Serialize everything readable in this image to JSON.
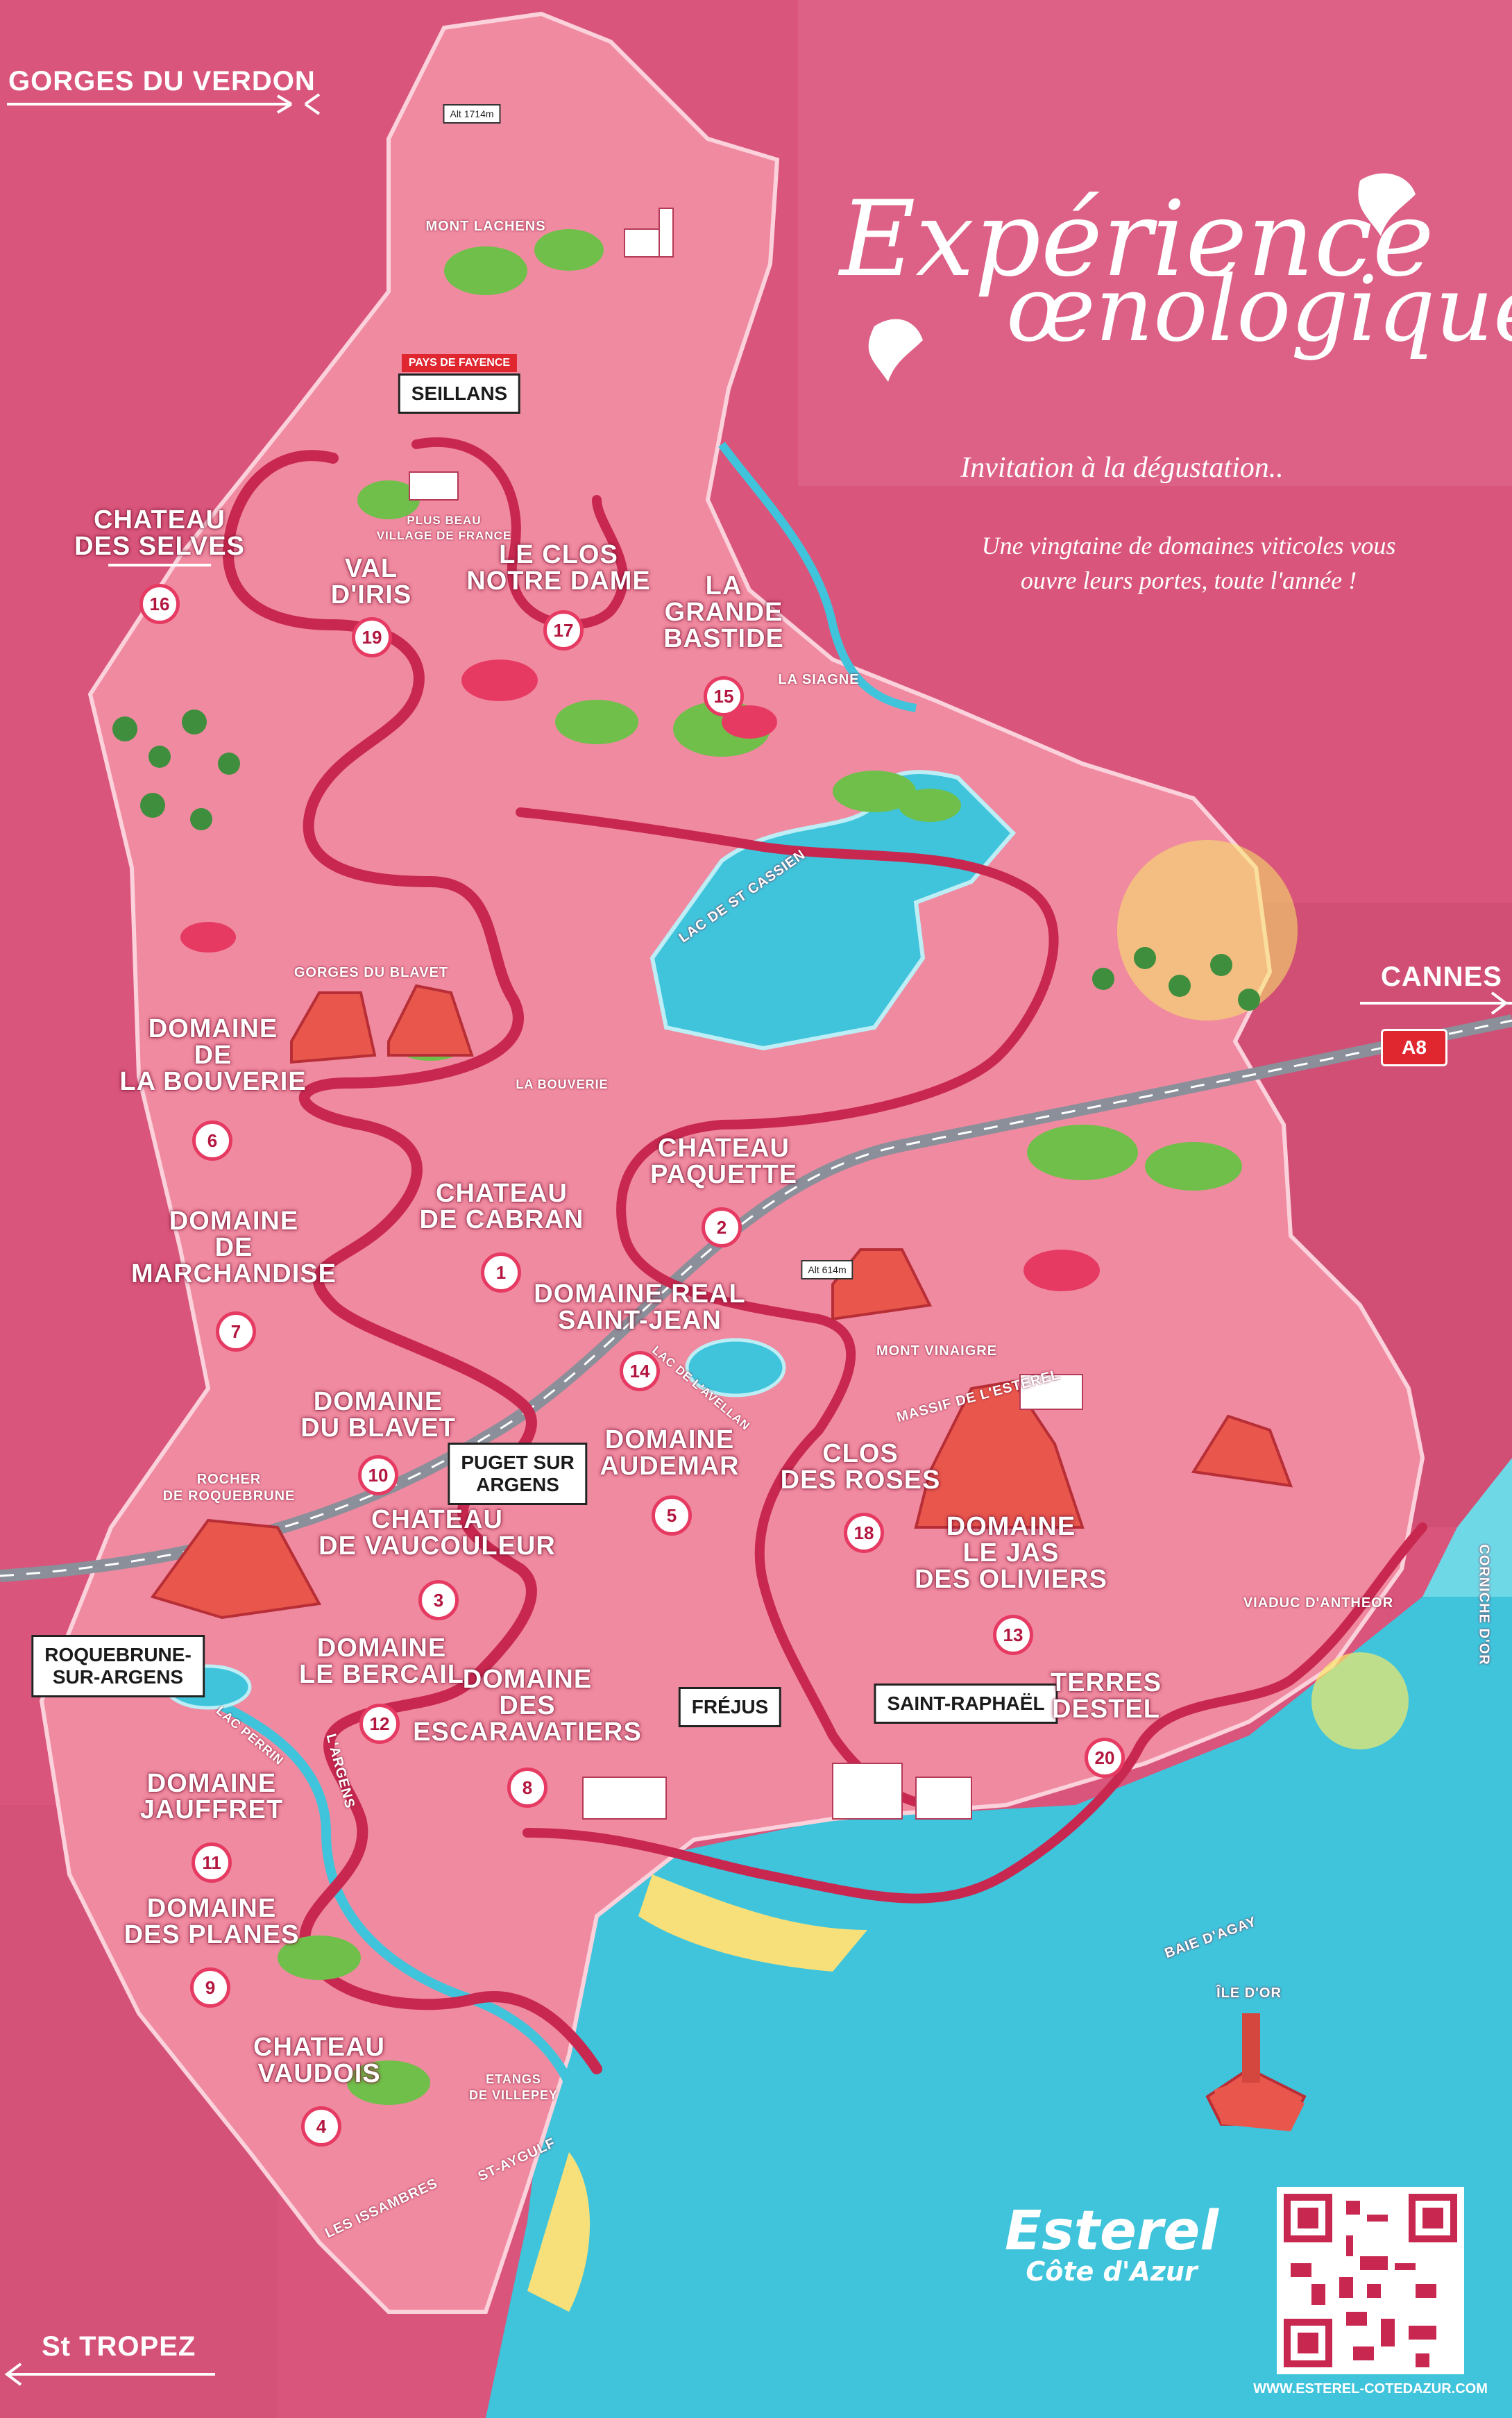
{
  "title": {
    "line1": "Expérience",
    "line2": "œnologique"
  },
  "subtitle": "Invitation à la dégustation..",
  "description": {
    "line1": "Une vingtaine de domaines viticoles vous",
    "line2": "ouvre leurs portes, toute l'année !"
  },
  "directions": {
    "verdon": "GORGES DU VERDON",
    "cannes": "CANNES",
    "tropez": "St TROPEZ",
    "highway": "A8"
  },
  "towns": {
    "seillans": "SEILLANS",
    "puget_line1": "PUGET SUR",
    "puget_line2": "ARGENS",
    "roquebrune_line1": "ROQUEBRUNE-",
    "roquebrune_line2": "SUR-ARGENS",
    "frejus": "FRÉJUS",
    "saint_raphael": "SAINT-RAPHAËL"
  },
  "badges": {
    "pays_fayence": "PAYS DE FAYENCE",
    "alt_lachens": "Alt 1714m",
    "alt_vinaigre": "Alt 614m"
  },
  "places": {
    "mont_lachens": "MONT LACHENS",
    "plus_beau_1": "PLUS BEAU",
    "plus_beau_2": "VILLAGE DE FRANCE",
    "la_siagne": "LA SIAGNE",
    "lac_cassien": "LAC DE ST CASSIEN",
    "gorges_blavet": "GORGES DU BLAVET",
    "la_bouverie": "LA BOUVERIE",
    "mont_vinaigre": "MONT VINAIGRE",
    "massif_esterel": "MASSIF DE L'ESTEREL",
    "lac_avellan": "LAC DE L'AVELLAN",
    "rocher_1": "ROCHER",
    "rocher_2": "DE ROQUEBRUNE",
    "viaduc": "VIADUC D'ANTHEOR",
    "corniche": "CORNICHE D'OR",
    "lac_perrin": "LAC PERRIN",
    "argens": "L'ARGENS",
    "baie_agay": "BAIE D'AGAY",
    "ile_or": "ÎLE D'OR",
    "etangs_1": "ETANGS",
    "etangs_2": "DE VILLEPEY",
    "st_aygulf": "ST-AYGULF",
    "issambres": "LES ISSAMBRES"
  },
  "domains": [
    {
      "number": "1",
      "line1": "CHATEAU",
      "line2": "DE CABRAN",
      "line3": ""
    },
    {
      "number": "2",
      "line1": "CHATEAU",
      "line2": "PAQUETTE",
      "line3": ""
    },
    {
      "number": "3",
      "line1": "CHATEAU",
      "line2": "DE VAUCOULEUR",
      "line3": ""
    },
    {
      "number": "4",
      "line1": "CHATEAU",
      "line2": "VAUDOIS",
      "line3": ""
    },
    {
      "number": "5",
      "line1": "DOMAINE",
      "line2": "AUDEMAR",
      "line3": ""
    },
    {
      "number": "6",
      "line1": "DOMAINE",
      "line2": "DE",
      "line3": "LA BOUVERIE"
    },
    {
      "number": "7",
      "line1": "DOMAINE",
      "line2": "DE",
      "line3": "MARCHANDISE"
    },
    {
      "number": "8",
      "line1": "DOMAINE",
      "line2": "DES",
      "line3": "ESCARAVATIERS"
    },
    {
      "number": "9",
      "line1": "DOMAINE",
      "line2": "DES PLANES",
      "line3": ""
    },
    {
      "number": "10",
      "line1": "DOMAINE",
      "line2": "DU BLAVET",
      "line3": ""
    },
    {
      "number": "11",
      "line1": "DOMAINE",
      "line2": "JAUFFRET",
      "line3": ""
    },
    {
      "number": "12",
      "line1": "DOMAINE",
      "line2": "LE BERCAIL",
      "line3": ""
    },
    {
      "number": "13",
      "line1": "DOMAINE",
      "line2": "LE JAS",
      "line3": "DES OLIVIERS"
    },
    {
      "number": "14",
      "line1": "DOMAINE REAL",
      "line2": "SAINT-JEAN",
      "line3": ""
    },
    {
      "number": "15",
      "line1": "LA",
      "line2": "GRANDE",
      "line3": "BASTIDE"
    },
    {
      "number": "16",
      "line1": "CHATEAU",
      "line2": "DES SELVES",
      "line3": ""
    },
    {
      "number": "17",
      "line1": "LE CLOS",
      "line2": "NOTRE DAME",
      "line3": ""
    },
    {
      "number": "18",
      "line1": "CLOS",
      "line2": "DES ROSES",
      "line3": ""
    },
    {
      "number": "19",
      "line1": "VAL",
      "line2": "D'IRIS",
      "line3": ""
    },
    {
      "number": "20",
      "line1": "TERRES",
      "line2": "DESTEL",
      "line3": ""
    }
  ],
  "branding": {
    "logo_line1": "Esterel",
    "logo_line2": "Côte d'Azur",
    "url": "WWW.ESTEREL-COTEDAZUR.COM"
  },
  "colors": {
    "background": "#d9557b",
    "land": "#f08aa0",
    "sea": "#3fc4dc",
    "road": "#c8284f",
    "accent": "#e63a62"
  }
}
